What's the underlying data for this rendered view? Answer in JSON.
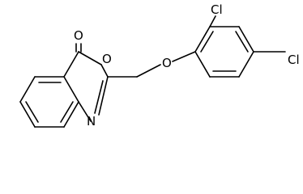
{
  "structure": {
    "atoms": [
      {
        "id": "O_carbonyl",
        "text": "O"
      },
      {
        "id": "O_ring",
        "text": "O"
      },
      {
        "id": "N_ring",
        "text": "N"
      },
      {
        "id": "O_ether",
        "text": "O"
      },
      {
        "id": "Cl_2",
        "text": "Cl"
      },
      {
        "id": "Cl_4",
        "text": "Cl"
      }
    ]
  },
  "colors": {
    "bond": "#000000",
    "label": "#000000",
    "background": "#ffffff"
  }
}
